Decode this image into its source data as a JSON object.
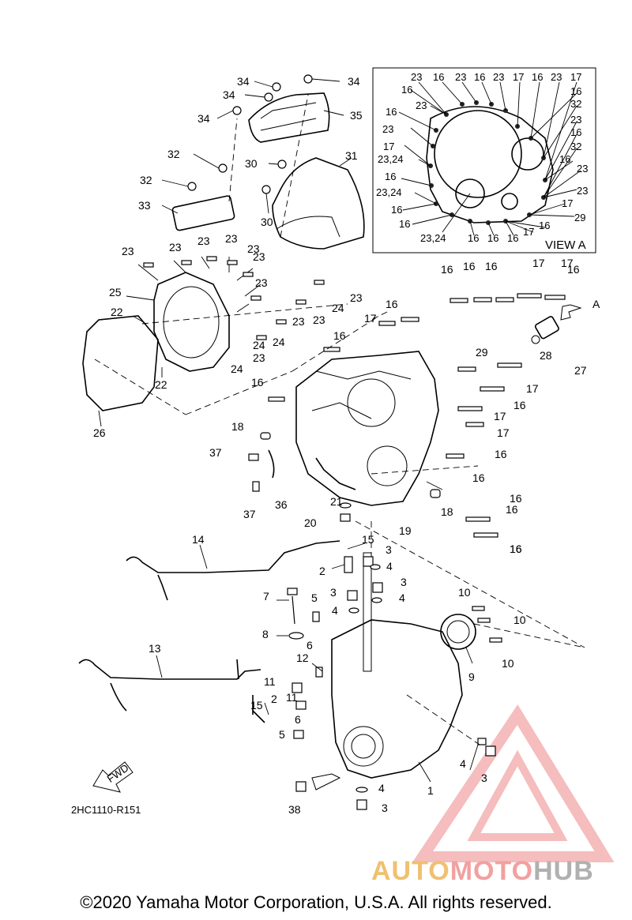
{
  "diagram": {
    "code": "2HC1110-R151",
    "view_label": "VIEW A",
    "fwd_label": "FWD",
    "arrow_a": "A"
  },
  "callouts": {
    "top": [
      "34",
      "34",
      "34",
      "34",
      "35",
      "32",
      "32",
      "33",
      "30",
      "30",
      "31"
    ],
    "view_a": [
      "23",
      "16",
      "23",
      "16",
      "23",
      "17",
      "16",
      "23",
      "17",
      "16",
      "16",
      "23",
      "32",
      "16",
      "23",
      "16",
      "23",
      "17",
      "32",
      "23,24",
      "16",
      "16",
      "23",
      "23,24",
      "23",
      "16",
      "17",
      "29",
      "16",
      "23,24",
      "16",
      "16",
      "16",
      "17",
      "16"
    ],
    "cover": [
      "23",
      "23",
      "23",
      "23",
      "23",
      "23",
      "23",
      "25",
      "22",
      "22",
      "26",
      "23",
      "24",
      "23",
      "24",
      "23",
      "24",
      "23",
      "24"
    ],
    "case": [
      "16",
      "16",
      "16",
      "17",
      "17",
      "16",
      "17",
      "16",
      "16",
      "29",
      "17",
      "28",
      "27",
      "16",
      "17",
      "16",
      "17",
      "16",
      "18",
      "16",
      "16",
      "37",
      "36",
      "37",
      "16",
      "21",
      "20",
      "18",
      "19",
      "16",
      "16"
    ],
    "lower": [
      "14",
      "15",
      "3",
      "2",
      "4",
      "3",
      "7",
      "3",
      "4",
      "5",
      "4",
      "10",
      "10",
      "8",
      "6",
      "10",
      "13",
      "12",
      "9",
      "11",
      "11",
      "2",
      "15",
      "6",
      "5",
      "4",
      "3",
      "38",
      "4",
      "3",
      "1"
    ]
  },
  "logo": {
    "part1": "AUTO",
    "part2": "MOTO",
    "part3": "HUB"
  },
  "copyright": "©2020 Yamaha Motor Corporation, U.S.A. All rights reserved."
}
